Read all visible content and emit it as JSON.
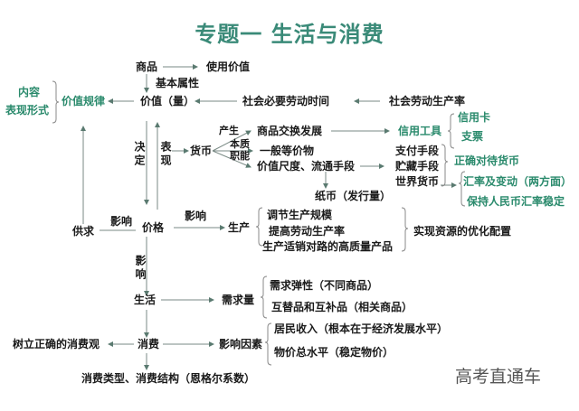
{
  "title": "专题一  生活与消费",
  "watermark": "高考直通车",
  "labels": {
    "commodity": "商品",
    "use_value": "使用价值",
    "basic_attr": "基本属性",
    "value": "价值（量）",
    "snlt": "社会必要劳动时间",
    "social_productivity": "社会劳动生产率",
    "law_of_value": "价值规律",
    "content": "内容",
    "form": "表现形式",
    "determine": "决定",
    "express": "表现",
    "money": "货币",
    "origin": "产生",
    "essence": "本质",
    "function": "职能",
    "exchange_dev": "商品交换发展",
    "credit_tools": "信用工具",
    "credit_card": "信用卡",
    "cheque": "支票",
    "general_equiv": "一般等价物",
    "measure_circ": "价值尺度、流通手段",
    "payment": "支付手段",
    "storage": "贮藏手段",
    "world_money": "世界货币",
    "treat_money": "正确对待货币",
    "exchange_rate": "汇率及变动（两方面）",
    "keep_rmb": "保持人民币汇率稳定",
    "paper_money": "纸币（发行量）",
    "supply_demand": "供求",
    "influence1": "影响",
    "price": "价格",
    "influence2": "影响",
    "production": "生产",
    "adjust_scale": "调节生产规模",
    "raise_productivity": "提高劳动生产率",
    "quality_products": "生产适销对路的高质量产品",
    "optimize": "实现资源的优化配置",
    "influence3": "影响",
    "life": "生活",
    "demand": "需求量",
    "elasticity": "需求弹性（不同商品）",
    "substitutes": "互替品和互补品（相关商品）",
    "consumption": "消费",
    "right_view": "树立正确的消费观",
    "factors": "影响因素",
    "income": "居民收入（根本在于经济发展水平）",
    "price_level": "物价总水平（稳定物价）",
    "types": "消费类型、消费结构（恩格尔系数）"
  }
}
